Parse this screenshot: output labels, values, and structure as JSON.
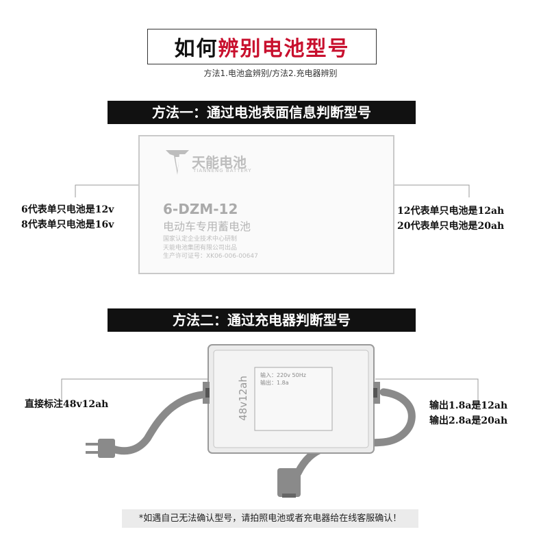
{
  "title": {
    "part1": "如何",
    "part2": "辨别电池型号"
  },
  "subtitle": "方法1.电池盒辨别/方法2.充电器辨别",
  "method1": {
    "banner": "方法一：通过电池表面信息判断型号",
    "battery": {
      "brand_cn": "天能电池",
      "brand_en": "TIANNENG BATTERY",
      "model": "6-DZM-12",
      "type": "电动车专用蓄电池",
      "line1": "国家认定企业技术中心研制",
      "line2": "天能电池集团有限公司出品",
      "line3": "生产许可证号：XK06-006-00647"
    },
    "left_notes": [
      "6代表单只电池是12v",
      "8代表单只电池是16v"
    ],
    "right_notes": [
      "12代表单只电池是12ah",
      "20代表单只电池是20ah"
    ]
  },
  "method2": {
    "banner": "方法二：通过充电器判断型号",
    "charger": {
      "side_label": "48v12ah",
      "input": "输入：220v  50Hz",
      "output": "输出：1.8a"
    },
    "left_note": "直接标注48v12ah",
    "right_notes": [
      "输出1.8a是12ah",
      "输出2.8a是20ah"
    ]
  },
  "warning": "*如遇自己无法确认型号，请拍照电池或者充电器给在线客服确认！",
  "colors": {
    "red": "#c8102e",
    "banner": "#111111"
  }
}
